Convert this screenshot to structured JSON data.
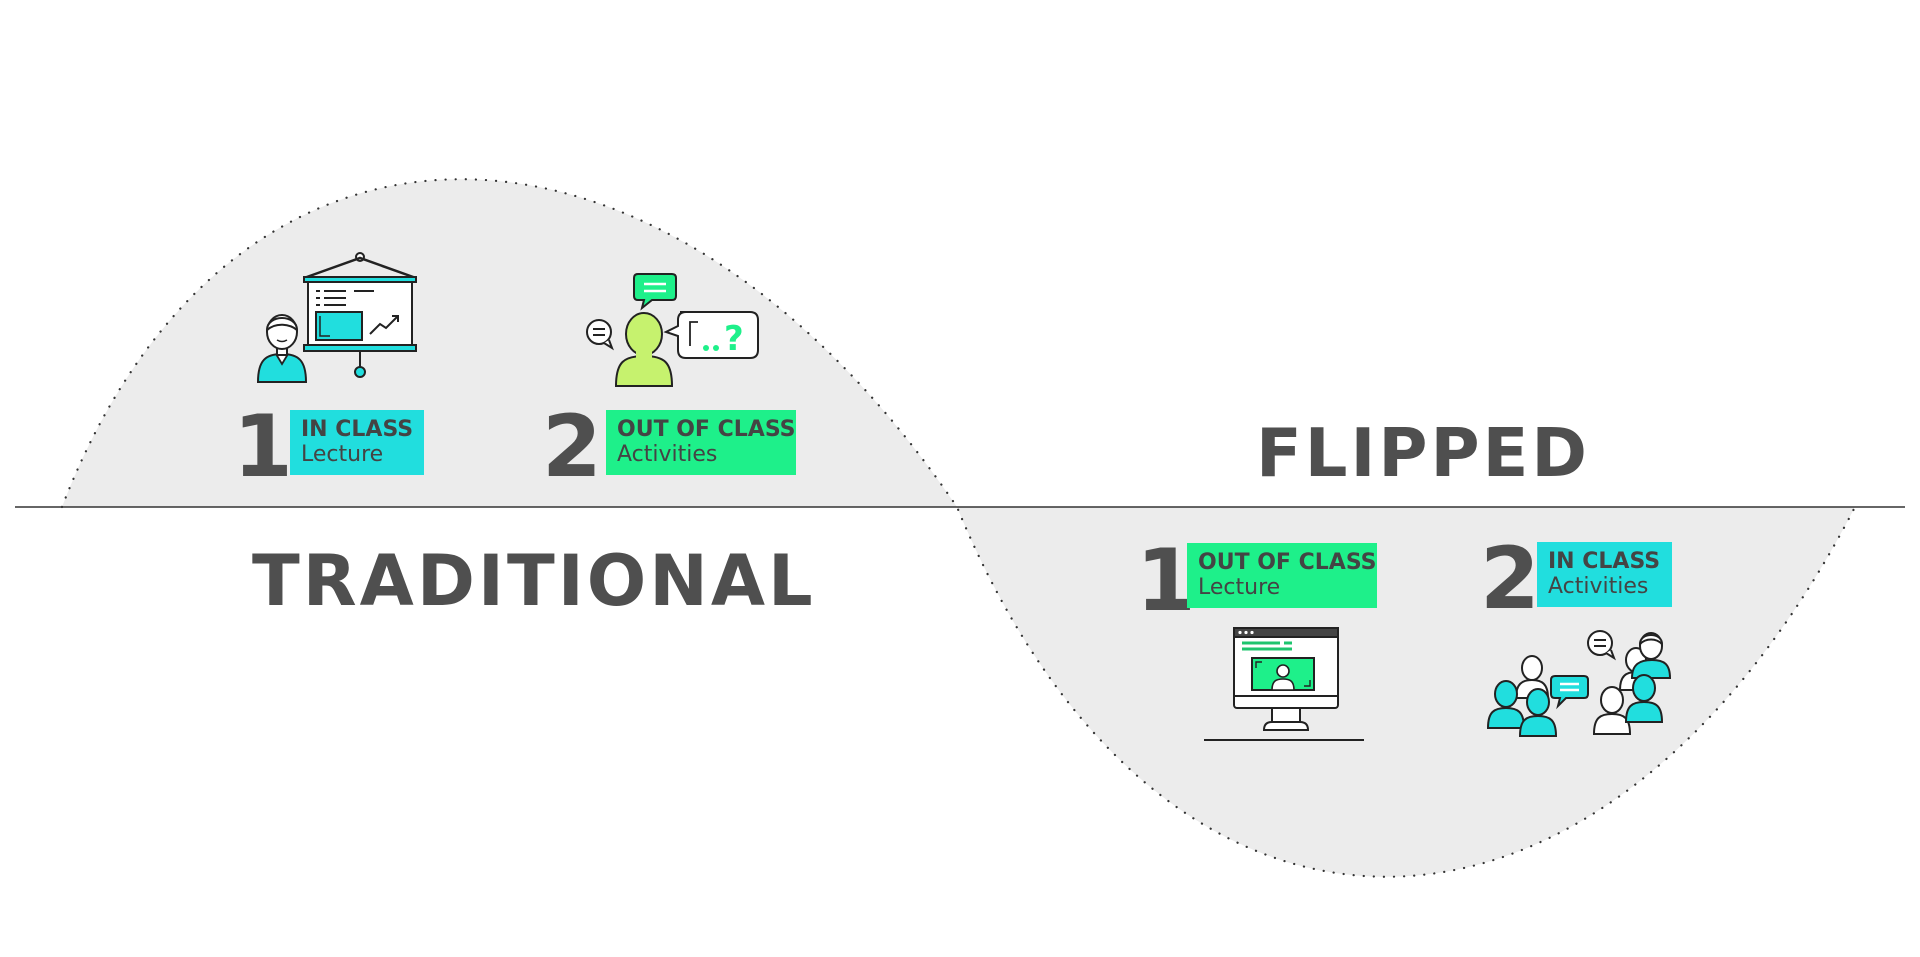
{
  "colors": {
    "teal": "#21dede",
    "green": "#1ef08a",
    "lime": "#c6f26e",
    "wave_fill": "#ececec",
    "text_dark": "#4f4f4f"
  },
  "traditional": {
    "title": "TRADITIONAL",
    "steps": [
      {
        "number": "1",
        "where": "IN CLASS",
        "what": "Lecture",
        "icon": "teacher-presentation-board-icon"
      },
      {
        "number": "2",
        "where": "OUT OF CLASS",
        "what": "Activities",
        "icon": "student-questions-icon"
      }
    ]
  },
  "flipped": {
    "title": "FLIPPED",
    "steps": [
      {
        "number": "1",
        "where": "OUT OF CLASS",
        "what": "Lecture",
        "icon": "computer-video-lecture-icon"
      },
      {
        "number": "2",
        "where": "IN CLASS",
        "what": "Activities",
        "icon": "group-discussion-icon"
      }
    ]
  }
}
